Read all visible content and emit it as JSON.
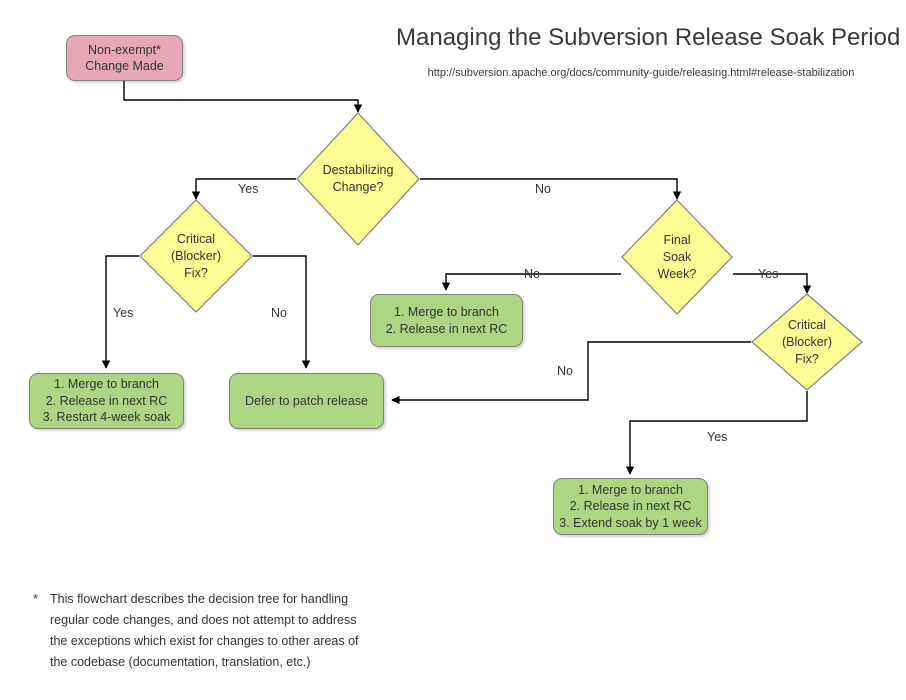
{
  "header": {
    "title": "Managing the Subversion Release Soak Period",
    "url": "http://subversion.apache.org/docs/community-guide/releasing.html#release-stabilization"
  },
  "nodes": {
    "start": {
      "line1": "Non-exempt*",
      "line2": "Change Made"
    },
    "destabilizing": {
      "line1": "Destabilizing",
      "line2": "Change?"
    },
    "critical_left": {
      "line1": "Critical",
      "line2": "(Blocker)",
      "line3": "Fix?"
    },
    "final_soak": {
      "line1": "Final",
      "line2": "Soak",
      "line3": "Week?"
    },
    "critical_right": {
      "line1": "Critical",
      "line2": "(Blocker)",
      "line3": "Fix?"
    },
    "merge_restart": {
      "line1": "1. Merge to branch",
      "line2": "2. Release in next RC",
      "line3": "3. Restart 4-week soak"
    },
    "defer": {
      "line1": "Defer to patch release"
    },
    "merge_simple": {
      "line1": "1. Merge to branch",
      "line2": "2. Release in next RC"
    },
    "merge_extend": {
      "line1": "1. Merge to branch",
      "line2": "2. Release in next RC",
      "line3": "3. Extend soak by 1 week"
    }
  },
  "edge_labels": {
    "destab_yes": "Yes",
    "destab_no": "No",
    "critleft_yes": "Yes",
    "critleft_no": "No",
    "soak_no": "No",
    "soak_yes": "Yes",
    "critright_no": "No",
    "critright_yes": "Yes"
  },
  "footnote": {
    "marker": "*",
    "line1": "This flowchart describes the decision tree for handling",
    "line2": "regular code changes, and does not attempt to address",
    "line3": "the exceptions which exist for changes to other areas of",
    "line4": "the codebase (documentation, translation, etc.)"
  },
  "colors": {
    "start_fill": "#e8a7b6",
    "decision_fill": "#fdfd96",
    "action_fill": "#aed581",
    "stroke": "#7f7f7f",
    "edge": "#000000",
    "text": "#333333"
  }
}
